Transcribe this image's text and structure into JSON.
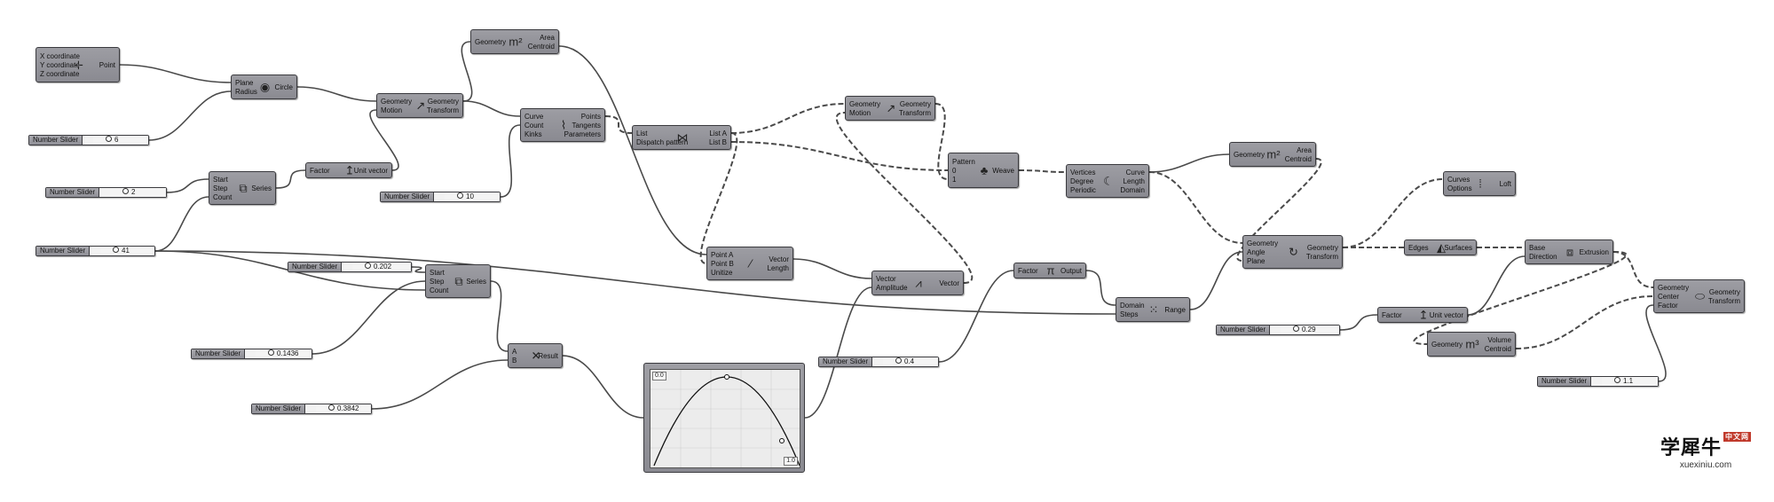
{
  "components": [
    {
      "id": "construct-point",
      "inputs": [
        "X coordinate",
        "Y coordinate",
        "Z coordinate"
      ],
      "outputs": [
        "Point"
      ],
      "icon": "point-icon",
      "glyph": "⊹"
    },
    {
      "id": "circle",
      "inputs": [
        "Plane",
        "Radius"
      ],
      "outputs": [
        "Circle"
      ],
      "icon": "circle-icon",
      "glyph": "◉"
    },
    {
      "id": "move-1",
      "inputs": [
        "Geometry",
        "Motion"
      ],
      "outputs": [
        "Geometry",
        "Transform"
      ],
      "icon": "move-icon",
      "glyph": "↗"
    },
    {
      "id": "area-1",
      "inputs": [
        "Geometry"
      ],
      "outputs": [
        "Area",
        "Centroid"
      ],
      "icon": "area-icon",
      "glyph": "m²"
    },
    {
      "id": "divide-curve",
      "inputs": [
        "Curve",
        "Count",
        "Kinks"
      ],
      "outputs": [
        "Points",
        "Tangents",
        "Parameters"
      ],
      "icon": "divide-curve-icon",
      "glyph": "⌇"
    },
    {
      "id": "dispatch",
      "inputs": [
        "List",
        "Dispatch pattern"
      ],
      "outputs": [
        "List A",
        "List B"
      ],
      "icon": "dispatch-icon",
      "glyph": "⋈"
    },
    {
      "id": "move-2",
      "inputs": [
        "Geometry",
        "Motion"
      ],
      "outputs": [
        "Geometry",
        "Transform"
      ],
      "icon": "move-icon",
      "glyph": "↗"
    },
    {
      "id": "weave",
      "inputs": [
        "Pattern",
        "0",
        "1"
      ],
      "outputs": [
        "Weave"
      ],
      "icon": "weave-icon",
      "glyph": "♣"
    },
    {
      "id": "interpolate",
      "inputs": [
        "Vertices",
        "Degree",
        "Periodic"
      ],
      "outputs": [
        "Curve",
        "Length",
        "Domain"
      ],
      "icon": "interpolate-icon",
      "glyph": "☾"
    },
    {
      "id": "area-2",
      "inputs": [
        "Geometry"
      ],
      "outputs": [
        "Area",
        "Centroid"
      ],
      "icon": "area-icon",
      "glyph": "m²"
    },
    {
      "id": "loft",
      "inputs": [
        "Curves",
        "Options"
      ],
      "outputs": [
        "Loft"
      ],
      "icon": "loft-icon",
      "glyph": "⁞"
    },
    {
      "id": "series-1",
      "inputs": [
        "Start",
        "Step",
        "Count"
      ],
      "outputs": [
        "Series"
      ],
      "icon": "series-icon",
      "glyph": "⧉"
    },
    {
      "id": "unit-z-1",
      "inputs": [
        "Factor"
      ],
      "outputs": [
        "Unit vector"
      ],
      "icon": "unit-vector-icon",
      "glyph": "↥"
    },
    {
      "id": "vector-2pt",
      "inputs": [
        "Point A",
        "Point B",
        "Unitize"
      ],
      "outputs": [
        "Vector",
        "Length"
      ],
      "icon": "vector-icon",
      "glyph": "⁄"
    },
    {
      "id": "amplitude",
      "inputs": [
        "Vector",
        "Amplitude"
      ],
      "outputs": [
        "Vector"
      ],
      "icon": "amplitude-icon",
      "glyph": "⩘"
    },
    {
      "id": "pi",
      "inputs": [
        "Factor"
      ],
      "outputs": [
        "Output"
      ],
      "icon": "pi-icon",
      "glyph": "π"
    },
    {
      "id": "range",
      "inputs": [
        "Domain",
        "Steps"
      ],
      "outputs": [
        "Range"
      ],
      "icon": "range-icon",
      "glyph": "⁙"
    },
    {
      "id": "rotate",
      "inputs": [
        "Geometry",
        "Angle",
        "Plane"
      ],
      "outputs": [
        "Geometry",
        "Transform"
      ],
      "icon": "rotate-icon",
      "glyph": "↻"
    },
    {
      "id": "edge-surface",
      "inputs": [
        "Edges"
      ],
      "outputs": [
        "Surfaces"
      ],
      "icon": "edge-surface-icon",
      "glyph": "◭"
    },
    {
      "id": "extrude",
      "inputs": [
        "Base",
        "Direction"
      ],
      "outputs": [
        "Extrusion"
      ],
      "icon": "extrude-icon",
      "glyph": "⧈"
    },
    {
      "id": "scale",
      "inputs": [
        "Geometry",
        "Center",
        "Factor"
      ],
      "outputs": [
        "Geometry",
        "Transform"
      ],
      "icon": "scale-icon",
      "glyph": "⬭"
    },
    {
      "id": "unit-z-2",
      "inputs": [
        "Factor"
      ],
      "outputs": [
        "Unit vector"
      ],
      "icon": "unit-vector-icon",
      "glyph": "↥"
    },
    {
      "id": "volume",
      "inputs": [
        "Geometry"
      ],
      "outputs": [
        "Volume",
        "Centroid"
      ],
      "icon": "volume-icon",
      "glyph": "m³"
    },
    {
      "id": "series-2",
      "inputs": [
        "Start",
        "Step",
        "Count"
      ],
      "outputs": [
        "Series"
      ],
      "icon": "series-icon",
      "glyph": "⧉"
    },
    {
      "id": "multiply",
      "inputs": [
        "A",
        "B"
      ],
      "outputs": [
        "Result"
      ],
      "icon": "multiply-icon",
      "glyph": "✕"
    }
  ],
  "sliders": [
    {
      "id": "slider-radius",
      "name": "Number Slider",
      "value": "6"
    },
    {
      "id": "slider-step",
      "name": "Number Slider",
      "value": "2"
    },
    {
      "id": "slider-count",
      "name": "Number Slider",
      "value": "41"
    },
    {
      "id": "slider-divide",
      "name": "Number Slider",
      "value": "10"
    },
    {
      "id": "slider-start",
      "name": "Number Slider",
      "value": "0.202"
    },
    {
      "id": "slider-a",
      "name": "Number Slider",
      "value": "0.1436"
    },
    {
      "id": "slider-b",
      "name": "Number Slider",
      "value": "0.3842"
    },
    {
      "id": "slider-pi",
      "name": "Number Slider",
      "value": "0.4"
    },
    {
      "id": "slider-extrude",
      "name": "Number Slider",
      "value": "0.29"
    },
    {
      "id": "slider-scale",
      "name": "Number Slider",
      "value": "1.1"
    }
  ],
  "graph_mapper": {
    "label_start": "0.0",
    "label_end": "1.0",
    "curve": "parabola"
  },
  "watermark": {
    "text": "学犀牛",
    "badge": "中文网",
    "url": "xuexiniu.com"
  },
  "colors": {
    "canvas": "#ffffff",
    "component": "#8f8f96",
    "wire": "#4a4a4a"
  }
}
